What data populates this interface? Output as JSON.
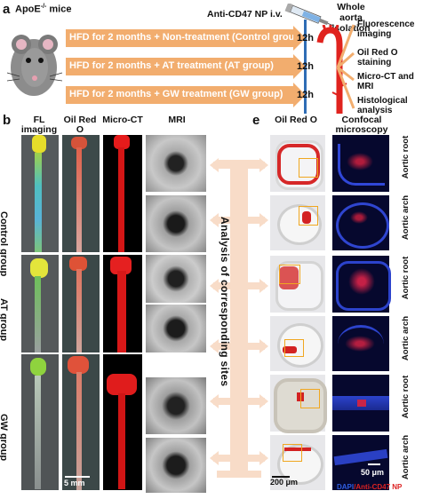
{
  "panel_a": {
    "letter": "a",
    "mouse_label": "ApoE",
    "mouse_label_sup": "-/-",
    "mouse_label_suffix": "mice",
    "np_label": "Anti-CD47 NP  i.v.",
    "isolation_label": "Whole aorta isolation",
    "groups": [
      {
        "text": "HFD for 2 months + Non-treatment (Control group)",
        "time": "12h"
      },
      {
        "text": "HFD for 2 months + AT treatment (AT group)",
        "time": "12h"
      },
      {
        "text": "HFD for 2 months + GW treatment (GW group)",
        "time": "12h"
      }
    ],
    "analyses": [
      "Fluorescence imaging",
      "Oil Red O staining",
      "Micro-CT and MRI",
      "Histological analysis"
    ]
  },
  "panel_b": {
    "letter": "b",
    "columns": [
      "FL imaging",
      "Oil Red O",
      "Micro-CT",
      "MRI"
    ],
    "rows": [
      "Control group",
      "AT group",
      "GW group"
    ],
    "scale_bar": "5 mm"
  },
  "center_label": "Analysis of corresponding sites",
  "panel_e": {
    "letter": "e",
    "columns": [
      "Oil Red O",
      "Confocal microscopy"
    ],
    "side_labels": [
      "Aortic root",
      "Aortic arch",
      "Aortic root",
      "Aortic arch",
      "Aortic root",
      "Aortic arch"
    ],
    "scale_left": "200 μm",
    "scale_right": "50 μm",
    "legend_dapi": "DAPI",
    "legend_np": "Anti-CD47 NP"
  },
  "colors": {
    "arrow": "#f2ad6e",
    "highlight_box": "#f0a720",
    "center_arrow": "#f8dcc8",
    "aorta_red": "#e0231e"
  }
}
